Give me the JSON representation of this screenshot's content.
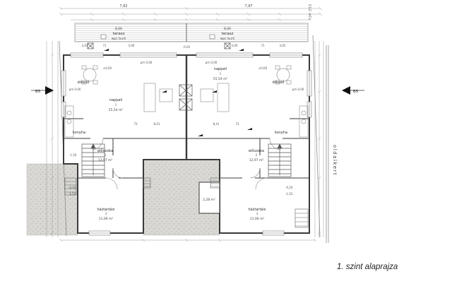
{
  "page": {
    "caption": "1. szint alaprajza"
  },
  "site": {
    "side_garden": "oldalkert",
    "corner_note": "ÉSZ HÉV"
  },
  "markers": {
    "b5": "B5"
  },
  "terrace": {
    "name": "terasz",
    "finish": "wpc burk",
    "width_left": "8,06",
    "width_right": "8,06"
  },
  "dims": {
    "total_left": "7,92",
    "total_right": "7,97",
    "segs_left": [
      "3,61",
      "71",
      "3,00"
    ],
    "segs_right": [
      "3,00",
      "71",
      "3,62"
    ],
    "mid": [
      "73",
      "8,41",
      "8,41",
      "73"
    ]
  },
  "levels": {
    "pm0": "pm 0,00",
    "zero": "±0,00",
    "m002": "-0,02",
    "m150": "-1,50",
    "m020": "-0,20",
    "m152": "-1,52"
  },
  "rooms": {
    "left": {
      "etkezo": "étkező",
      "nappali": {
        "name": "nappali",
        "no": "1",
        "area": "55,54 m²"
      },
      "konyha": "konyha",
      "eloszoba": {
        "name": "előszoba",
        "no": "2",
        "area": "12,97 m²"
      },
      "haztartasi": {
        "name": "háztartási",
        "no": "3",
        "area": "11,06 m²"
      }
    },
    "right": {
      "etkezo": "étkező",
      "nappali": {
        "name": "nappali",
        "no": "1",
        "area": "55,54 m²"
      },
      "konyha": "konyha",
      "eloszoba": {
        "name": "előszoba",
        "no": "2",
        "area": "12,97 m²"
      },
      "haztartasi": {
        "name": "háztartási",
        "no": "3",
        "area": "11,06 m²"
      }
    },
    "wc_area": "2,28 m²"
  },
  "colors": {
    "wall": "#3a3a3a",
    "dim_line": "#9a9a9a",
    "terrain": "#d9d8d4",
    "text": "#333333"
  }
}
